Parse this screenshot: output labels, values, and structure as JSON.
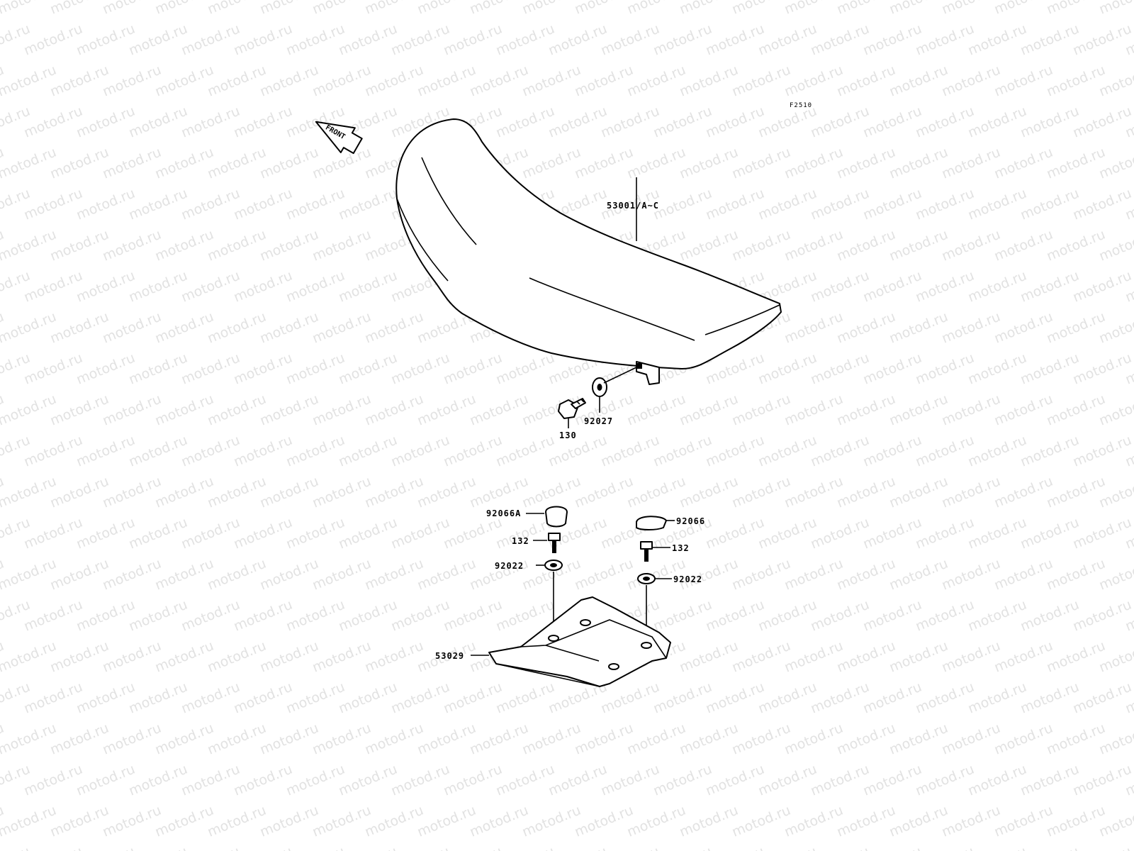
{
  "watermark": {
    "text": "motod.ru",
    "color": "#e2e2e2"
  },
  "diagram_code": "F2510",
  "front_marker": {
    "text": "FRONT"
  },
  "parts": {
    "seat": "53001/A~C",
    "bolt_130": "130",
    "collar_92027": "92027",
    "cap_92066a": "92066A",
    "bolt_132_left": "132",
    "washer_92022_left": "92022",
    "cap_92066": "92066",
    "bolt_132_right": "132",
    "washer_92022_right": "92022",
    "bracket_53029": "53029"
  }
}
